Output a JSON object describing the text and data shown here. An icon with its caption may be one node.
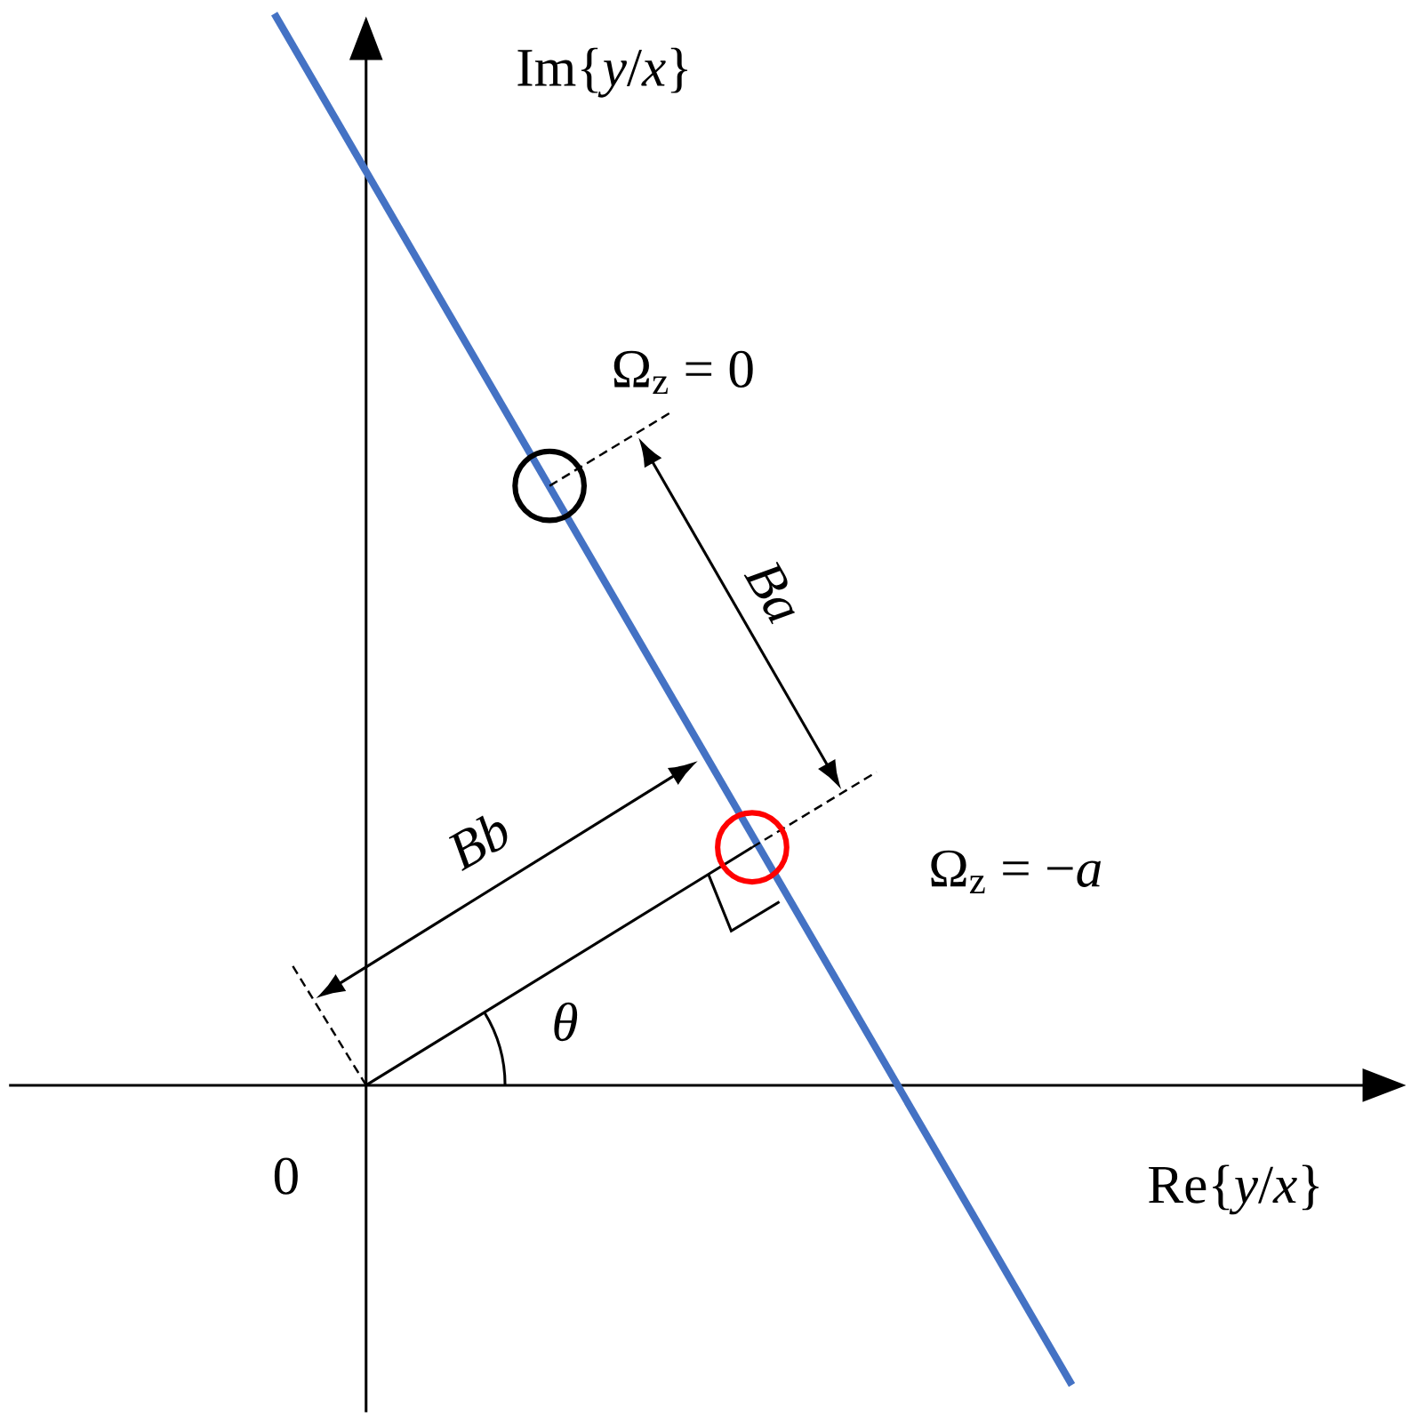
{
  "diagram": {
    "nodes": [
      {
        "text": [],
        "shape": "circle",
        "beside": [
          "Ω$_{z}$ = 0"
        ]
      },
      {
        "text": [],
        "shape": "circle",
        "beside": [
          "Ω$_{z}$ = −*a*"
        ]
      }
    ],
    "labels": [
      "Im{*y*/*x*}",
      "Ba",
      "Bb",
      "θ",
      "0",
      "Re{*y*/*x*}"
    ]
  }
}
